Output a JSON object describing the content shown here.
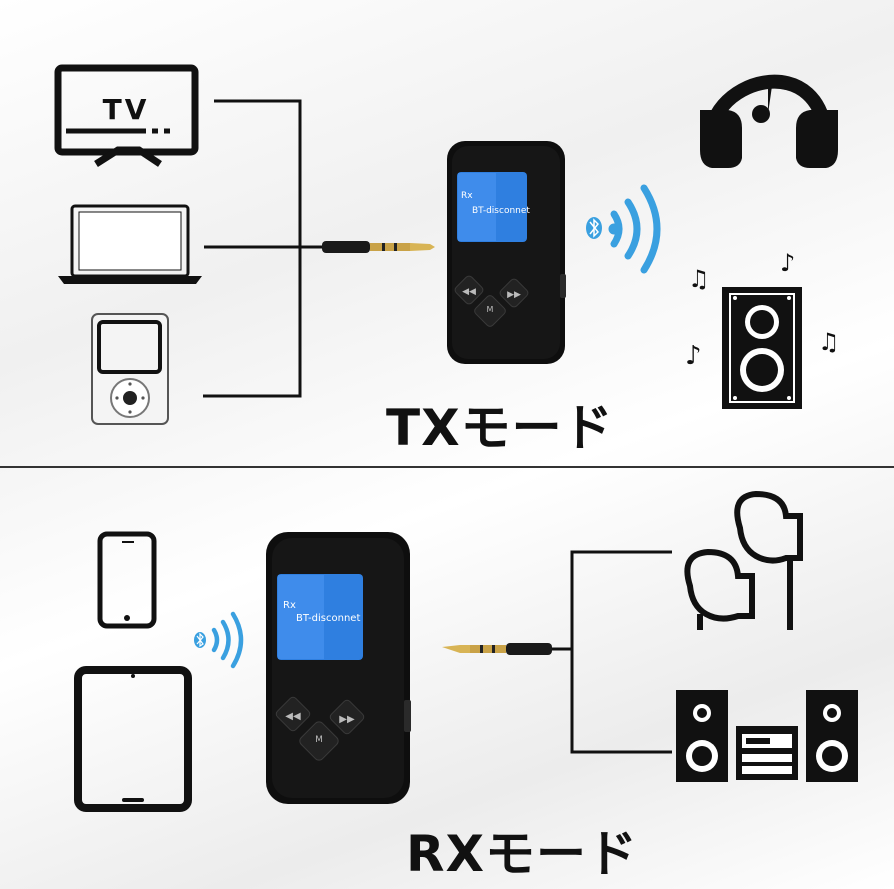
{
  "tx_mode": {
    "title": "TXモード",
    "tv_label": "TV",
    "device_screen": {
      "line1": "Rx",
      "line2": "BT-disconnet"
    },
    "button_m_label": "M"
  },
  "rx_mode": {
    "title": "RXモード",
    "device_screen": {
      "line1": "Rx",
      "line2": "BT-disconnet"
    },
    "button_m_label": "M"
  },
  "colors": {
    "bluetooth": "#3aa0e0",
    "lcd": "#2f7fe0",
    "device_body": "#111111",
    "line": "#111111"
  },
  "icons": [
    "tv-icon",
    "laptop-icon",
    "music-player-icon",
    "headphones-icon",
    "bluetooth-icon",
    "speaker-icon",
    "music-note-icon",
    "smartphone-icon",
    "tablet-icon",
    "earphones-icon",
    "stereo-system-icon",
    "audio-jack-cable"
  ]
}
